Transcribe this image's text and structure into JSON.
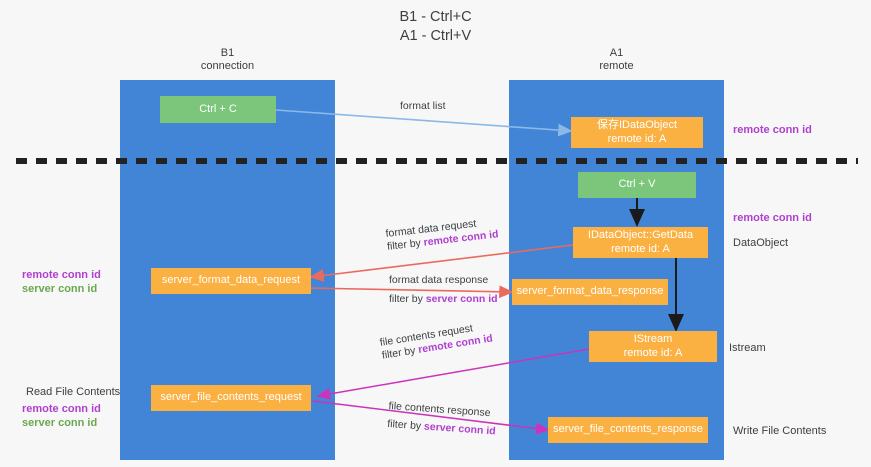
{
  "title": {
    "line1": "B1 - Ctrl+C",
    "line2": "A1 - Ctrl+V"
  },
  "columns": [
    {
      "name": "B1",
      "role": "connection"
    },
    {
      "name": "A1",
      "role": "remote"
    }
  ],
  "nodes": {
    "ctrl_c": "Ctrl + C",
    "ctrl_v": "Ctrl + V",
    "save_dataobject_l1": "保存IDataObject",
    "save_dataobject_l2": "remote id: A",
    "getdata_l1": "IDataObject::GetData",
    "getdata_l2": "remote id: A",
    "istream_l1": "IStream",
    "istream_l2": "remote id: A",
    "server_format_data_request": "server_format_data_request",
    "server_format_data_response": "server_format_data_response",
    "server_file_contents_request": "server_file_contents_request",
    "server_file_contents_response": "server_file_contents_response"
  },
  "edges": {
    "format_list": "format list",
    "format_data_request": "format data request",
    "format_data_request_filter_prefix": "filter by ",
    "format_data_request_filter_key": "remote conn id",
    "format_data_response": "format data response",
    "format_data_response_filter_prefix": "filter by ",
    "format_data_response_filter_key": "server conn id",
    "file_contents_request": "file contents request",
    "file_contents_request_filter_prefix": "filter by ",
    "file_contents_request_filter_key": "remote conn id",
    "file_contents_response": "file contents response",
    "file_contents_response_filter_prefix": "filter by ",
    "file_contents_response_filter_key": "server conn id"
  },
  "annotations": {
    "left_mid_remote": "remote conn id",
    "left_mid_server": "server conn id",
    "left_read_file_contents": "Read File Contents",
    "left_bottom_remote": "remote conn id",
    "left_bottom_server": "server conn id",
    "right_top_remote": "remote conn id",
    "right_mid_remote": "remote conn id",
    "right_dataobject": "DataObject",
    "right_istream": "Istream",
    "right_write_file_contents": "Write File Contents"
  },
  "colors": {
    "lane": "#4285d6",
    "node_green": "#7bc67b",
    "node_orange": "#fbb042",
    "edge_blue": "#8ab9e8",
    "edge_red": "#ea6b5e",
    "edge_magenta": "#cc33bb",
    "edge_black": "#1a1a1a",
    "key_purple": "#b03fd0",
    "key_green": "#6aa84f",
    "divider": "#222222",
    "background": "#f7f7f7"
  }
}
